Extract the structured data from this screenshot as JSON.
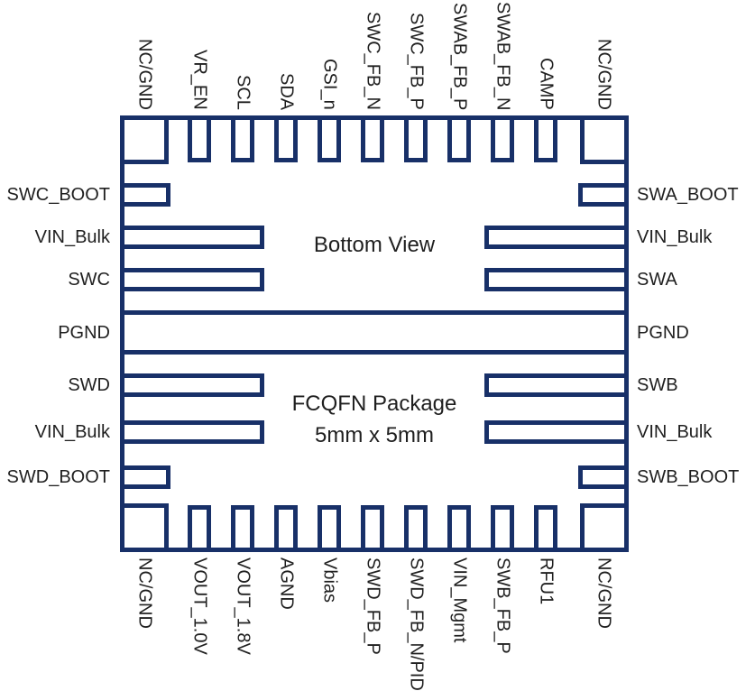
{
  "diagram": {
    "title": "FCQFN package pinout, bottom view",
    "colors": {
      "outline": "#183068",
      "text": "#1f1f1f",
      "background": "#ffffff"
    },
    "center": {
      "view": "Bottom View",
      "package_name": "FCQFN Package",
      "package_size": "5mm x 5mm"
    }
  },
  "pins": {
    "top": [
      "NC/GND",
      "VR_EN",
      "SCL",
      "SDA",
      "GSI_n",
      "SWC_FB_N",
      "SWC_FB_P",
      "SWAB_FB_P",
      "SWAB_FB_N",
      "CAMP",
      "NC/GND"
    ],
    "bottom": [
      "NC/GND",
      "VOUT_1.0V",
      "VOUT_1.8V",
      "AGND",
      "Vbias",
      "SWD_FB_P",
      "SWD_FB_N/PID",
      "VIN_Mgmt",
      "SWB_FB_P",
      "RFU1",
      "NC/GND"
    ],
    "left": [
      "SWC_BOOT",
      "VIN_Bulk",
      "SWC",
      "PGND",
      "SWD",
      "VIN_Bulk",
      "SWD_BOOT"
    ],
    "right": [
      "SWA_BOOT",
      "VIN_Bulk",
      "SWA",
      "PGND",
      "SWB",
      "VIN_Bulk",
      "SWB_BOOT"
    ]
  }
}
